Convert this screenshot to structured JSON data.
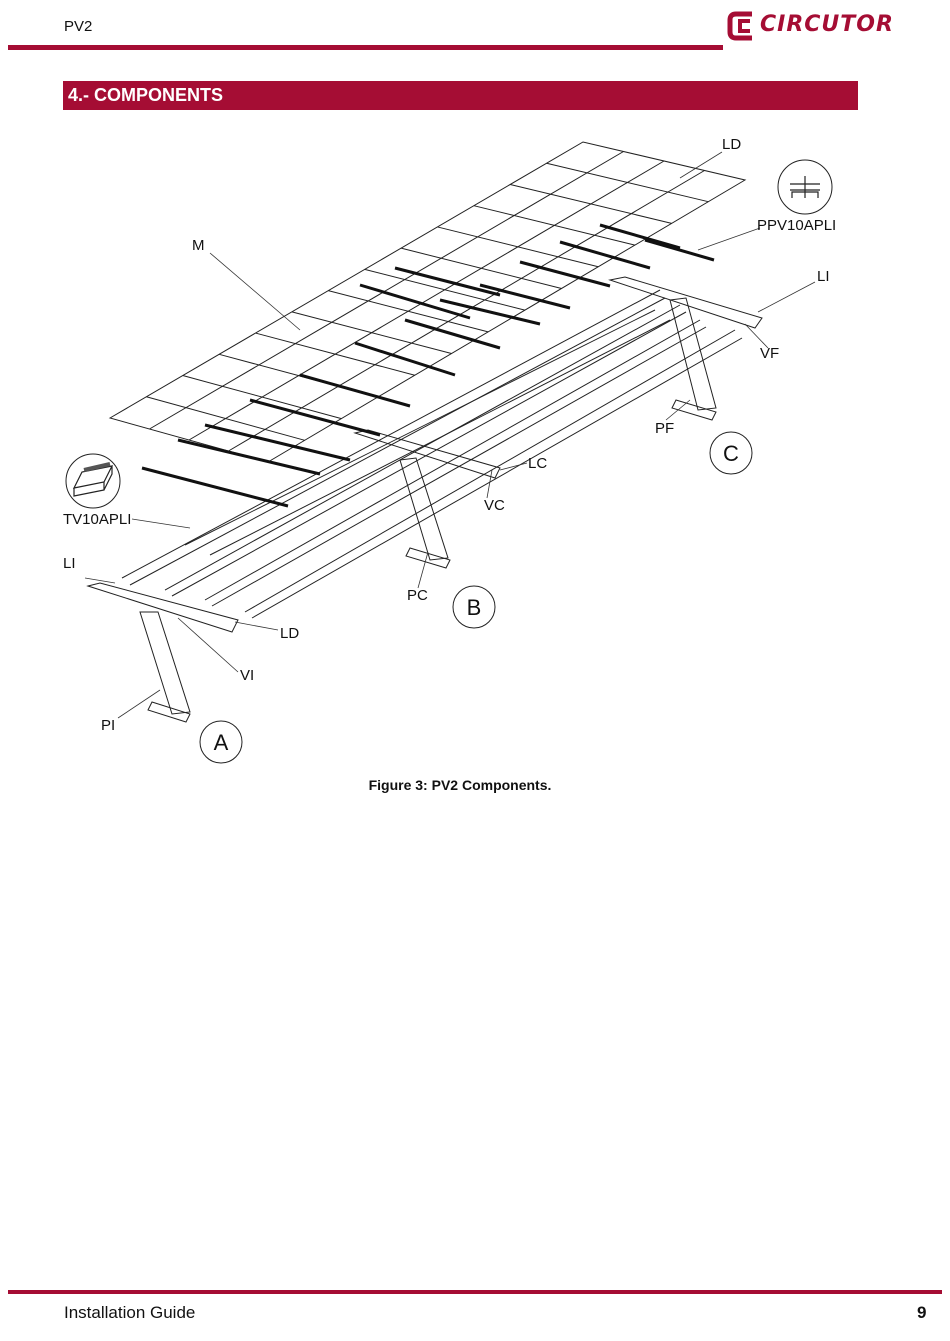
{
  "header": {
    "title": "PV2",
    "brand": "CIRCUTOR"
  },
  "section": {
    "heading": "4.- COMPONENTS"
  },
  "figure": {
    "labels": {
      "ld_top": "LD",
      "ppv10apli": "PPV10APLI",
      "li_right": "LI",
      "m": "M",
      "vf": "VF",
      "pf": "PF",
      "c": "C",
      "lc": "LC",
      "vc": "VC",
      "tv10apli": "TV10APLI",
      "li_left": "LI",
      "pc": "PC",
      "b": "B",
      "ld_bottom": "LD",
      "vi": "VI",
      "pi": "PI",
      "a": "A"
    },
    "caption": "Figure 3: PV2 Components."
  },
  "footer": {
    "left": "Installation Guide",
    "page": "9"
  },
  "colors": {
    "brand": "#a50d34"
  }
}
